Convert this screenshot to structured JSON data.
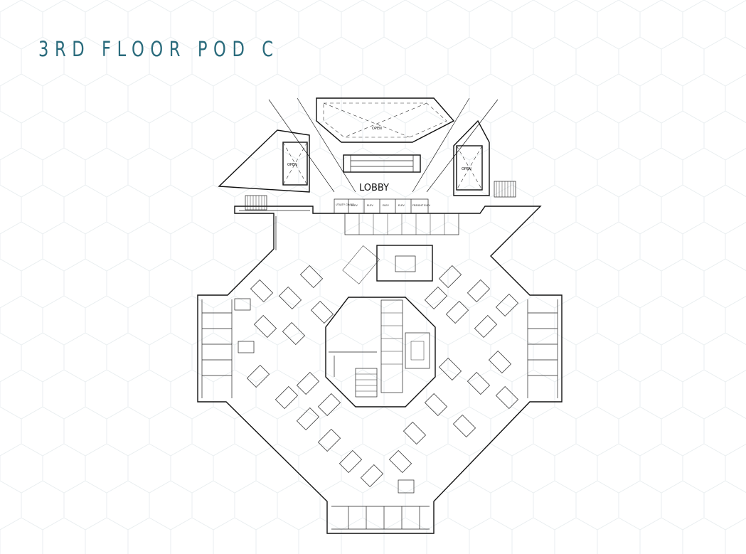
{
  "title": "3RD FLOOR POD C",
  "lobby_label": "LOBBY",
  "open_labels": [
    "OPEN",
    "OPEN",
    "OPEN"
  ],
  "core_labels": [
    "UTILITY CHASE",
    "ELEV",
    "ELEV",
    "ELEV",
    "ELEV",
    "FREIGHT ELEV"
  ],
  "colors": {
    "title": "#2a6b7c",
    "linework": "#111111",
    "background_pattern": "#e9eef0"
  }
}
